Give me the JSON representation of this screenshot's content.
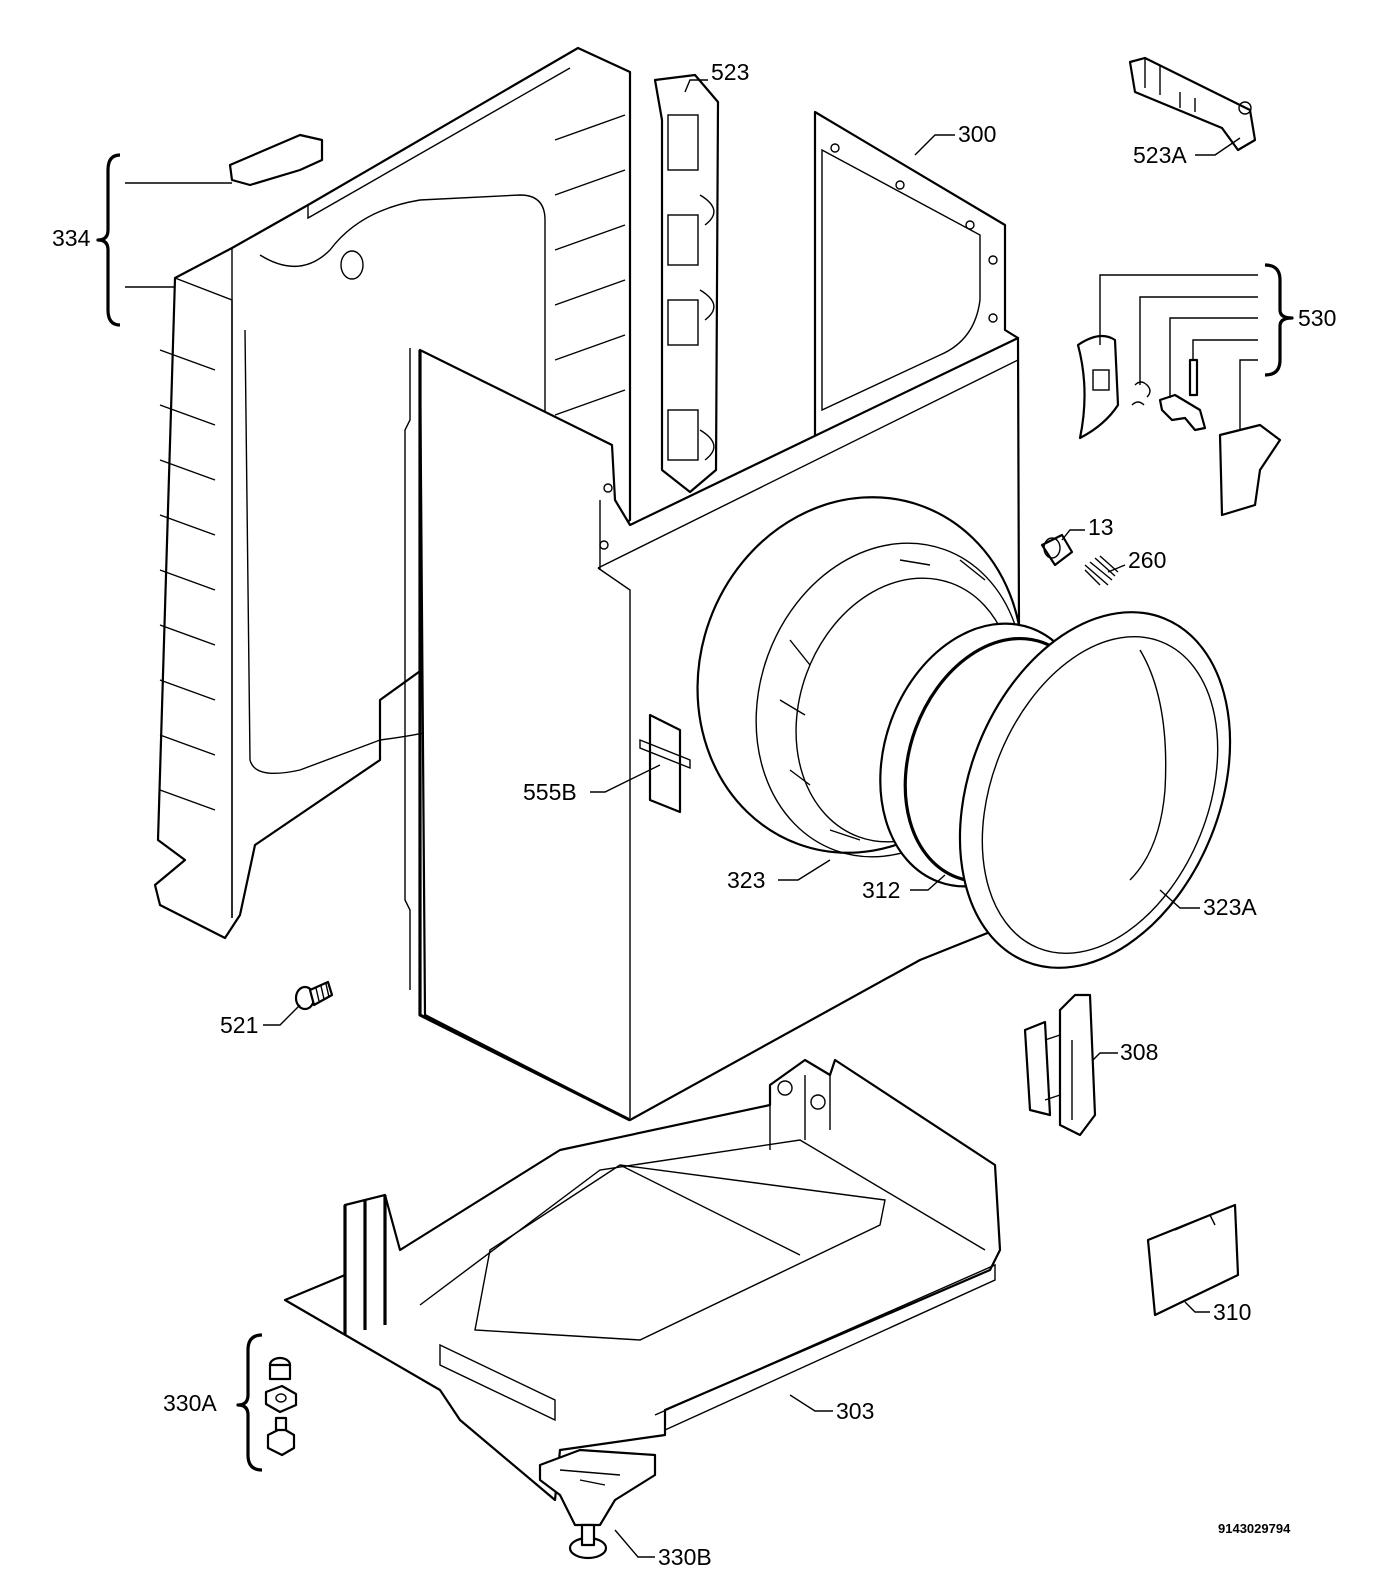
{
  "labels": {
    "l523": "523",
    "l523A": "523A",
    "l300": "300",
    "l334": "334",
    "l530": "530",
    "l13": "13",
    "l260": "260",
    "l555B": "555B",
    "l323": "323",
    "l312": "312",
    "l323A": "323A",
    "l521": "521",
    "l308": "308",
    "l310": "310",
    "l303": "303",
    "l330A": "330A",
    "l330B": "330B"
  },
  "drawing_number": "9143029794"
}
